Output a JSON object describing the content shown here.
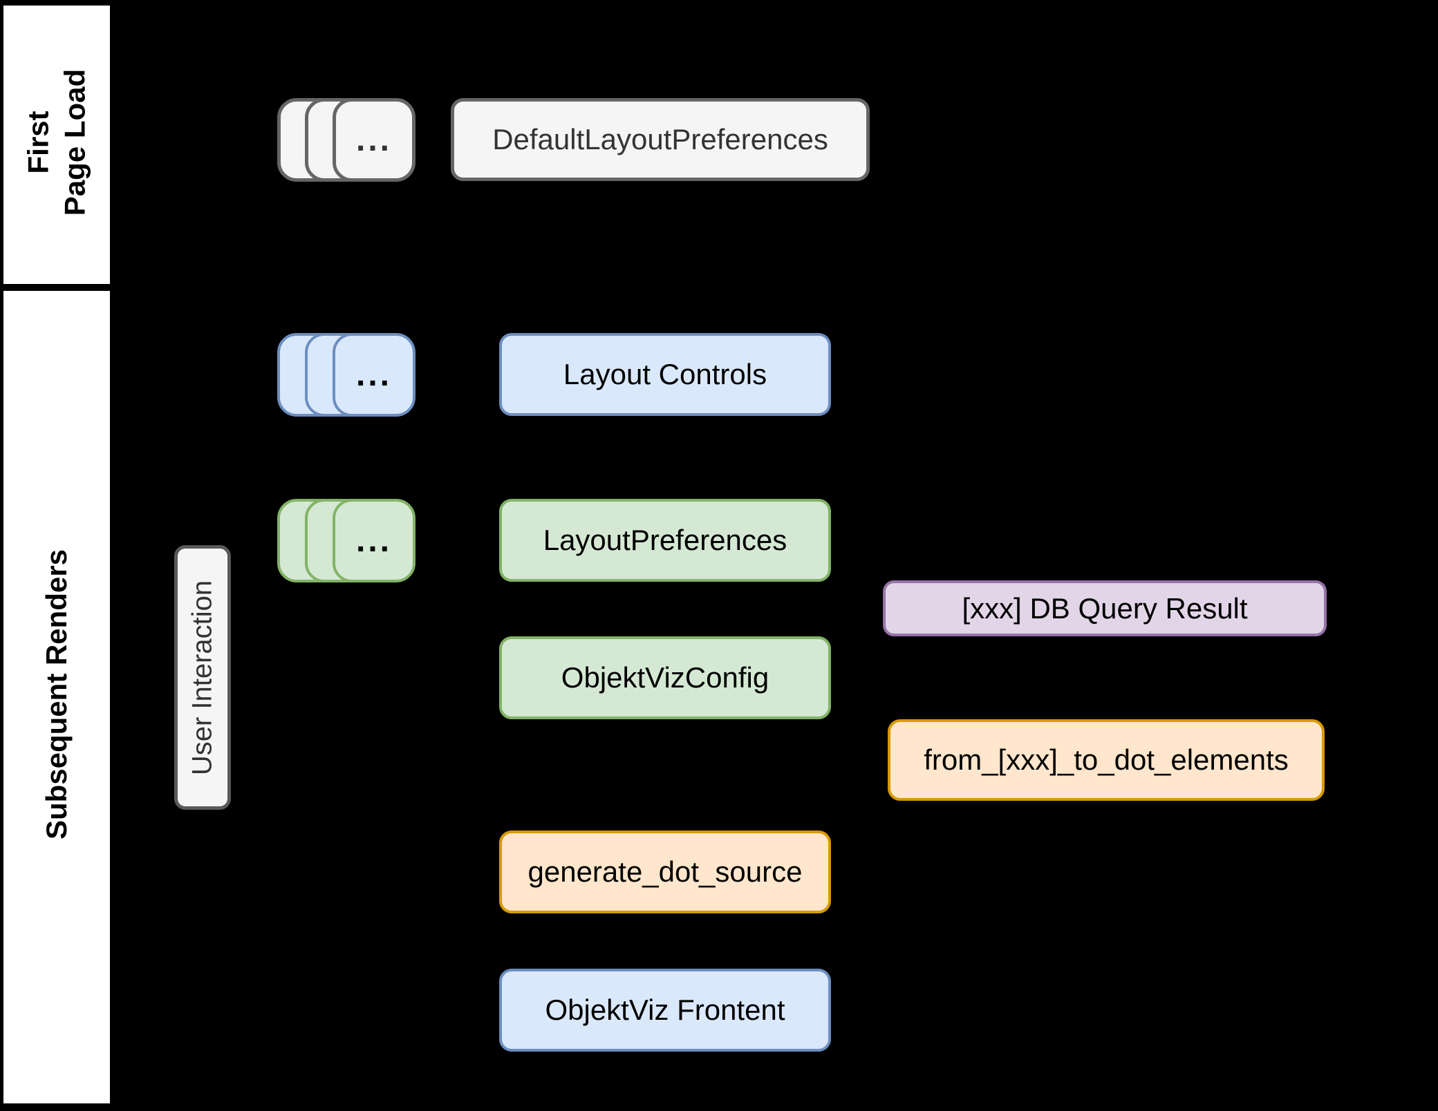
{
  "diagram": {
    "background": "#000000",
    "sidebar": {
      "sections": {
        "first": {
          "line1": "First",
          "line2": "Page Load"
        },
        "subsequent": {
          "label": "Subsequent Renders"
        }
      }
    },
    "stacks": {
      "gray": {
        "ellipsis": "..."
      },
      "blue": {
        "ellipsis": "..."
      },
      "green": {
        "ellipsis": "..."
      }
    },
    "nodes": {
      "default_layout_preferences": {
        "label": "DefaultLayoutPreferences",
        "color": "gray"
      },
      "layout_controls": {
        "label": "Layout Controls",
        "color": "blue"
      },
      "layout_preferences": {
        "label": "LayoutPreferences",
        "color": "green"
      },
      "objektviz_config": {
        "label": "ObjektVizConfig",
        "color": "green"
      },
      "db_query_result": {
        "label": "[xxx] DB Query Result",
        "color": "purple"
      },
      "from_xxx_to_dot_elements": {
        "label": "from_[xxx]_to_dot_elements",
        "color": "orange"
      },
      "generate_dot_source": {
        "label": "generate_dot_source",
        "color": "orange"
      },
      "objektviz_frontend": {
        "label": "ObjektViz Frontent",
        "color": "blue"
      },
      "user_interaction": {
        "label": "User Interaction",
        "color": "gray"
      }
    },
    "palette": {
      "gray_fill": "#f5f5f5",
      "gray_stroke": "#666666",
      "gray_text": "#333333",
      "blue_fill": "#dae8fc",
      "blue_stroke": "#6c8ebf",
      "green_fill": "#d5e8d4",
      "green_stroke": "#82b366",
      "orange_fill": "#ffe6cc",
      "orange_stroke": "#d79b00",
      "purple_fill": "#e1d5e7",
      "purple_stroke": "#9673a6",
      "lane_fill": "#ffffff",
      "lane_text": "#000000"
    }
  }
}
